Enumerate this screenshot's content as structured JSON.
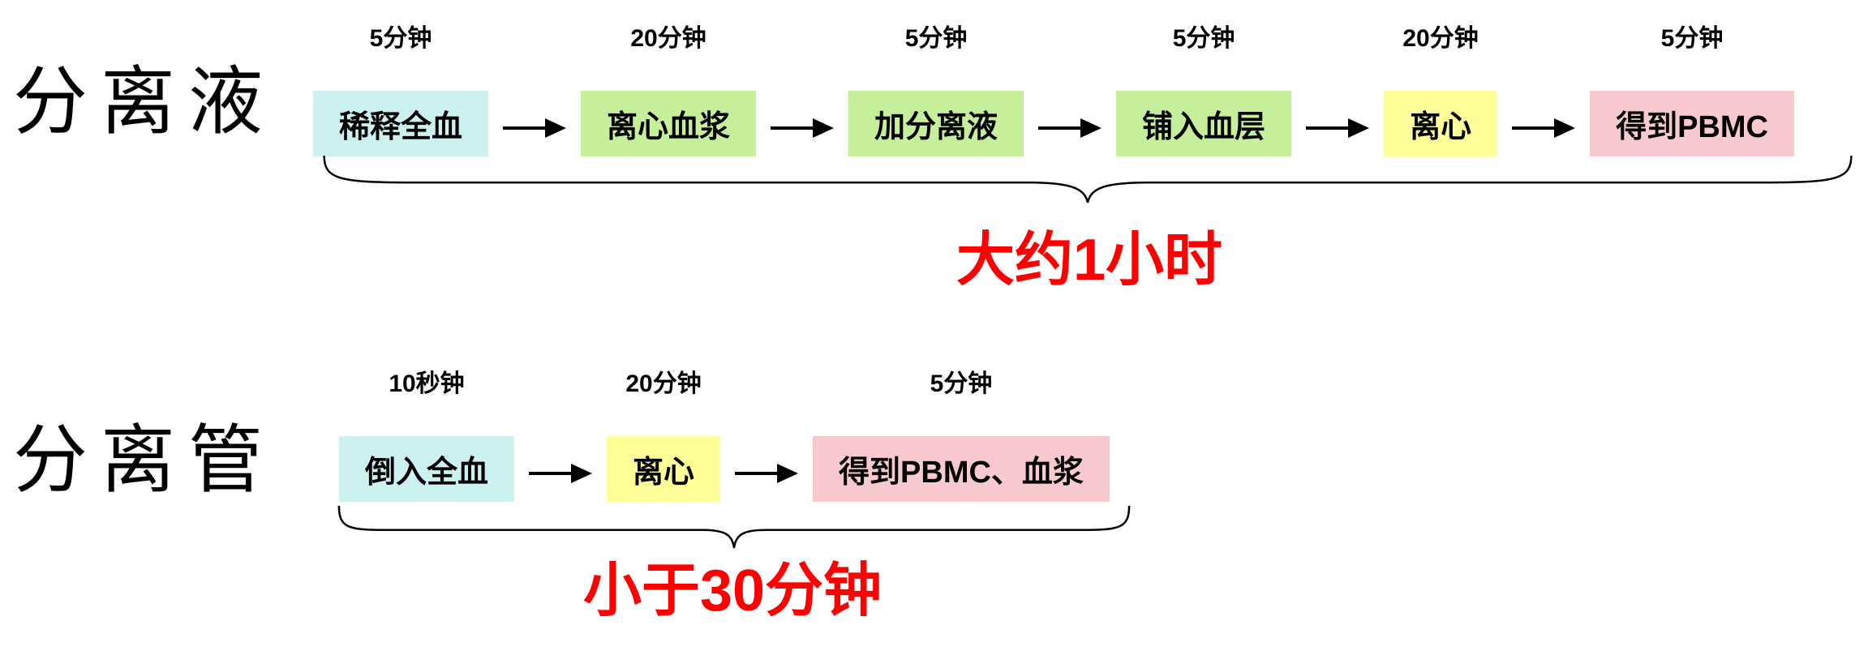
{
  "accent_red": "#ff0000",
  "rows": [
    {
      "label": "分离液",
      "total": "大约1小时",
      "steps": [
        {
          "time": "5分钟",
          "label": "稀释全血",
          "color": "#ccf2f0"
        },
        {
          "time": "20分钟",
          "label": "离心血浆",
          "color": "#c6ef9b"
        },
        {
          "time": "5分钟",
          "label": "加分离液",
          "color": "#c6ef9b"
        },
        {
          "time": "5分钟",
          "label": "铺入血层",
          "color": "#c6ef9b"
        },
        {
          "time": "20分钟",
          "label": "离心",
          "color": "#ffff99"
        },
        {
          "time": "5分钟",
          "label": "得到PBMC",
          "color": "#f8c9cf"
        }
      ]
    },
    {
      "label": "分离管",
      "total": "小于30分钟",
      "steps": [
        {
          "time": "10秒钟",
          "label": "倒入全血",
          "color": "#ccf2f0"
        },
        {
          "time": "20分钟",
          "label": "离心",
          "color": "#ffff99"
        },
        {
          "time": "5分钟",
          "label": "得到PBMC、血浆",
          "color": "#f8c9cf"
        }
      ]
    }
  ]
}
